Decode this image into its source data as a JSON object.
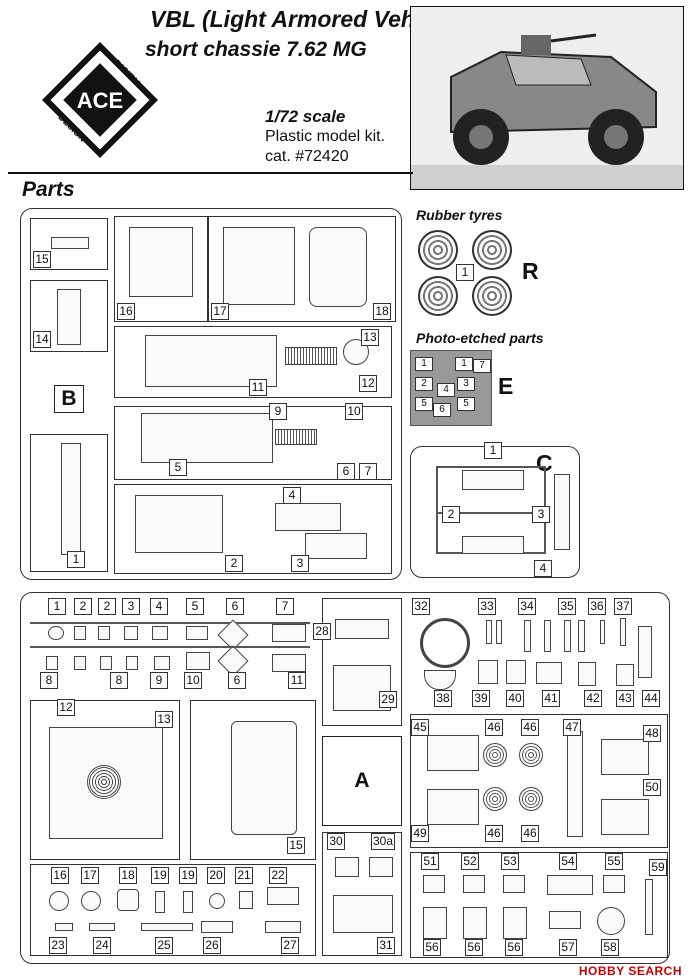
{
  "header": {
    "title_line1": "VBL (Light Armored Vehicle)",
    "title_line2": "short chassie 7.62 MG",
    "scale": "1/72 scale",
    "kit_type": "Plastic model kit.",
    "catalog": "cat. #72420"
  },
  "logo": {
    "letters": "ACE",
    "ring_text_1": "DIGITAL",
    "ring_text_2": "DESIGN"
  },
  "sections": {
    "parts": "Parts",
    "rubber_tyres": "Rubber tyres",
    "photo_etched": "Photo-etched parts"
  },
  "sprues": {
    "B": {
      "letter": "B",
      "labels": [
        "15",
        "16",
        "17",
        "18",
        "14",
        "13",
        "11",
        "12",
        "9",
        "10",
        "5",
        "6",
        "7",
        "1",
        "4",
        "2",
        "3"
      ]
    },
    "R": {
      "letter": "R",
      "labels": [
        "1"
      ]
    },
    "E": {
      "letter": "E",
      "labels": [
        "1",
        "2",
        "3",
        "4",
        "5",
        "6",
        "7"
      ]
    },
    "C": {
      "letter": "C",
      "labels": [
        "1",
        "2",
        "3",
        "4"
      ]
    },
    "A": {
      "letter": "A",
      "row1": [
        "1",
        "2",
        "2",
        "3",
        "4",
        "5",
        "6",
        "7"
      ],
      "row2": [
        "8",
        "8",
        "9",
        "10",
        "6",
        "11"
      ],
      "right_top": [
        "28",
        "29"
      ],
      "mid": [
        "12",
        "13",
        "15"
      ],
      "small": [
        "30",
        "30a",
        "31"
      ],
      "bottom_top": [
        "16",
        "17",
        "18",
        "19",
        "19",
        "20",
        "21",
        "22"
      ],
      "bottom_low": [
        "23",
        "24",
        "25",
        "26",
        "27"
      ],
      "right_row1": [
        "32",
        "33",
        "34",
        "35",
        "36",
        "37"
      ],
      "right_row2": [
        "38",
        "39",
        "40",
        "41",
        "42",
        "43",
        "44"
      ],
      "right_mid": [
        "45",
        "46",
        "46",
        "47",
        "48",
        "49",
        "46",
        "46",
        "50"
      ],
      "right_bottom": [
        "51",
        "52",
        "53",
        "54",
        "55",
        "59",
        "56",
        "56",
        "56",
        "57",
        "58"
      ]
    }
  },
  "watermark": "HOBBY SEARCH"
}
